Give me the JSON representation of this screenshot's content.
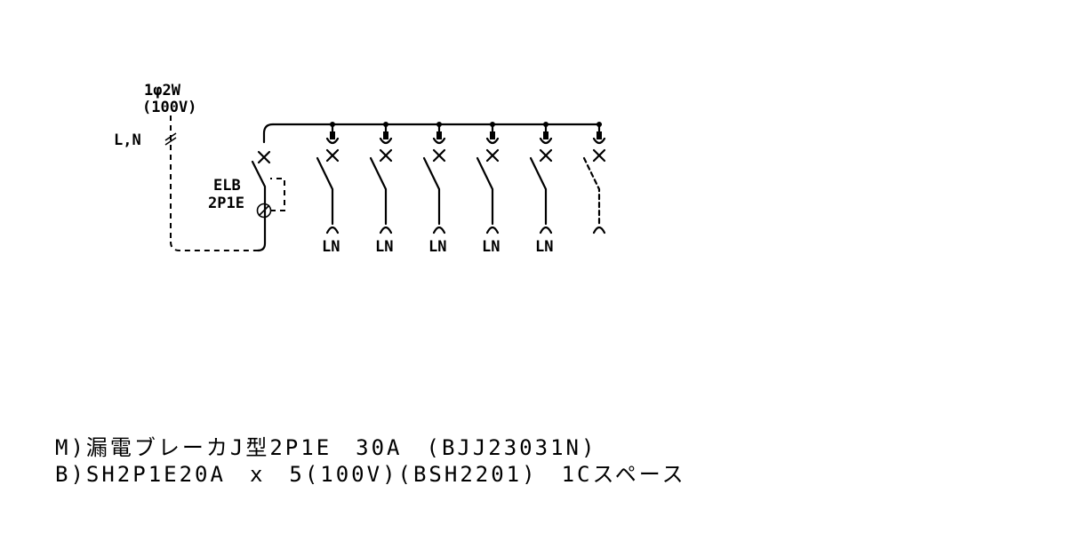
{
  "supply": {
    "phase_label": "1φ2W",
    "voltage_label": "(100V)",
    "line_label": "L,N"
  },
  "main_breaker": {
    "type_label": "ELB",
    "poles_label": "2P1E"
  },
  "branches": [
    {
      "label": "LN",
      "spare": false
    },
    {
      "label": "LN",
      "spare": false
    },
    {
      "label": "LN",
      "spare": false
    },
    {
      "label": "LN",
      "spare": false
    },
    {
      "label": "LN",
      "spare": false
    },
    {
      "label": "",
      "spare": true
    }
  ],
  "notes": {
    "main": "M)漏電ブレーカJ型2P1E　30A　(BJJ23031N)",
    "branch": "B)SH2P1E20A　x　5(100V)(BSH2201)　1Cスペース"
  }
}
